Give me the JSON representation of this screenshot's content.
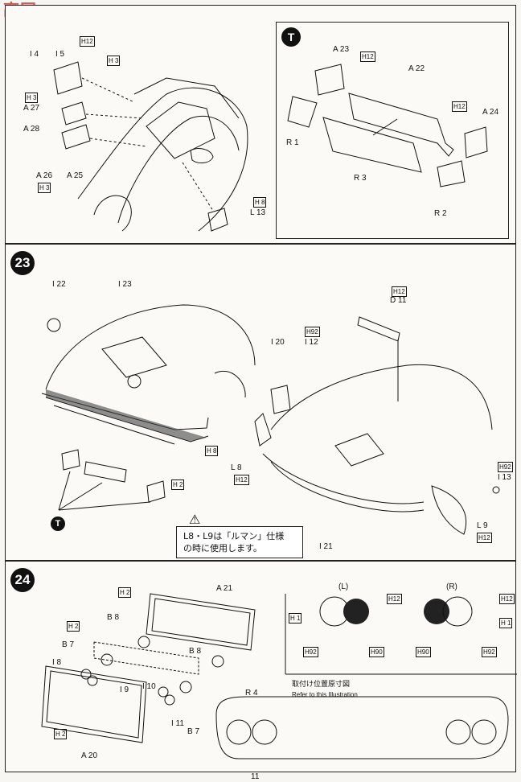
{
  "watermark": {
    "line1": "高",
    "line2": "网"
  },
  "page_number": "11",
  "step_t": {
    "badge": "T",
    "labels": [
      "A 23",
      "H12",
      "A 22",
      "H12",
      "A 24",
      "R 1",
      "R 3",
      "R 2"
    ]
  },
  "step_22": {
    "labels": [
      "H12",
      "I 4",
      "I 5",
      "H 3",
      "H 3",
      "A 27",
      "A 28",
      "A 26",
      "A 25",
      "H 3",
      "H 8",
      "L 13"
    ]
  },
  "step_23": {
    "badge": "23",
    "labels": [
      "I 22",
      "I 23",
      "H 8",
      "H 2",
      "H92",
      "I 12",
      "I 20",
      "H12",
      "D 11",
      "L 8",
      "H12",
      "I 21",
      "H92",
      "I 13",
      "L 9",
      "H12"
    ],
    "note_line1": "L8・L9は「ルマン」仕様",
    "note_line2": "の時に使用します。",
    "t_badge": "T"
  },
  "step_24": {
    "badge": "24",
    "labels": [
      "H 2",
      "A 21",
      "B 8",
      "H 2",
      "B 7",
      "I 8",
      "I 9",
      "B 8",
      "R 4",
      "I 10",
      "I 11",
      "B 7",
      "H 2",
      "A 20"
    ],
    "left_title": "(L)",
    "right_title": "(R)",
    "left_labels": [
      "H 1",
      "H12",
      "H92",
      "H90"
    ],
    "right_labels": [
      "H12",
      "H 1",
      "H90",
      "H92"
    ],
    "ref_jp": "取付け位置原寸図",
    "ref_en": "Refer to this Illustration"
  }
}
